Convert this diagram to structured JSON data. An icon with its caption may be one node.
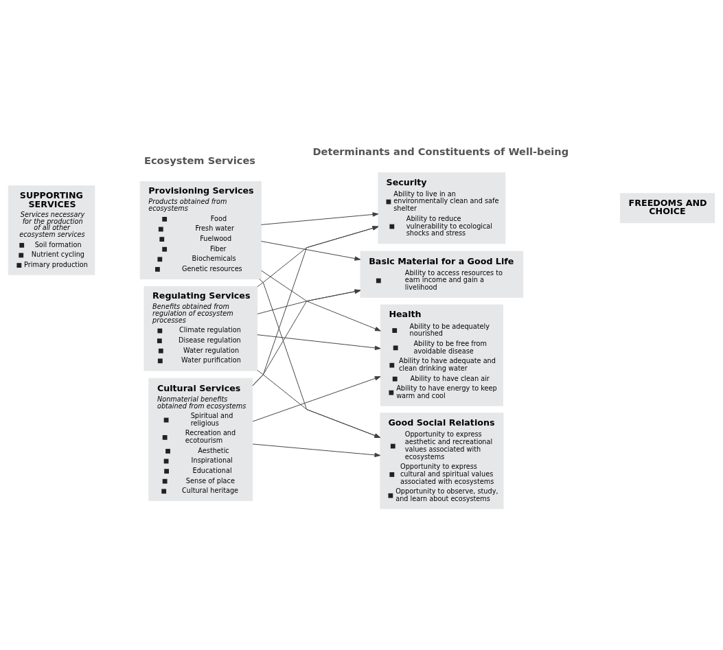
{
  "diagram": {
    "nodes": [
      {
        "text": [
          "SUPPORTING SERVICES",
          "Services necessary for the production of all other ecosystem services",
          "Soil formation",
          "Nutrient cycling",
          "Primary production"
        ]
      },
      {
        "text": [
          "Provisioning Services",
          "Products obtained from ecosystems",
          "Food",
          "Fresh water",
          "Fuelwood",
          "Fiber",
          "Biochemicals",
          "Genetic resources"
        ]
      },
      {
        "text": [
          "Regulating Services",
          "Benefits obtained from regulation of ecosystem processes",
          "Climate regulation",
          "Disease regulation",
          "Water regulation",
          "Water purification"
        ]
      },
      {
        "text": [
          "Cultural Services",
          "Nonmaterial benefits obtained from ecosystems",
          "Spiritual and religious",
          "Recreation and ecotourism",
          "Aesthetic",
          "Inspirational",
          "Educational",
          "Sense of place",
          "Cultural heritage"
        ]
      },
      {
        "text": [
          "Security",
          "Ability to live in an environmentally clean and safe shelter",
          "Ability to reduce vulnerability to ecological shocks and stress"
        ]
      },
      {
        "text": [
          "Basic Material for a Good Life",
          "Ability to access resources to earn income and gain a livelihood"
        ]
      },
      {
        "text": [
          "Health",
          "Ability to be adequately nourished",
          "Ability to be free from avoidable disease",
          "Ability to have adequate and clean drinking water",
          "Ability to have clean air",
          "Ability to have energy to keep warm and cool"
        ]
      },
      {
        "text": [
          "Good Social Relations",
          "Opportunity to express aesthetic and recreational values associated with ecosystems",
          "Opportunity to express cultural and spiritual values associated with ecosystems",
          "Opportunity to observe, study, and learn about ecosystems"
        ]
      },
      {
        "text": [
          "FREEDOMS AND CHOICE"
        ]
      }
    ],
    "edges": [
      {
        "from": 1,
        "to": 4,
        "arrow": "to"
      },
      {
        "from": 1,
        "to": 5,
        "arrow": "to"
      },
      {
        "from": 1,
        "to": 6,
        "arrow": "to"
      },
      {
        "from": 1,
        "to": 7,
        "arrow": "to"
      },
      {
        "from": 2,
        "to": 4,
        "arrow": "to"
      },
      {
        "from": 2,
        "to": 5,
        "arrow": "to"
      },
      {
        "from": 2,
        "to": 6,
        "arrow": "to"
      },
      {
        "from": 2,
        "to": 7,
        "arrow": "to"
      },
      {
        "from": 3,
        "to": 4,
        "arrow": "to"
      },
      {
        "from": 3,
        "to": 5,
        "arrow": "to"
      },
      {
        "from": 3,
        "to": 6,
        "arrow": "to"
      },
      {
        "from": 3,
        "to": 7,
        "arrow": "to"
      }
    ],
    "labels": [
      "Ecosystem Services",
      "Determinants and Constituents of Well-being"
    ]
  }
}
